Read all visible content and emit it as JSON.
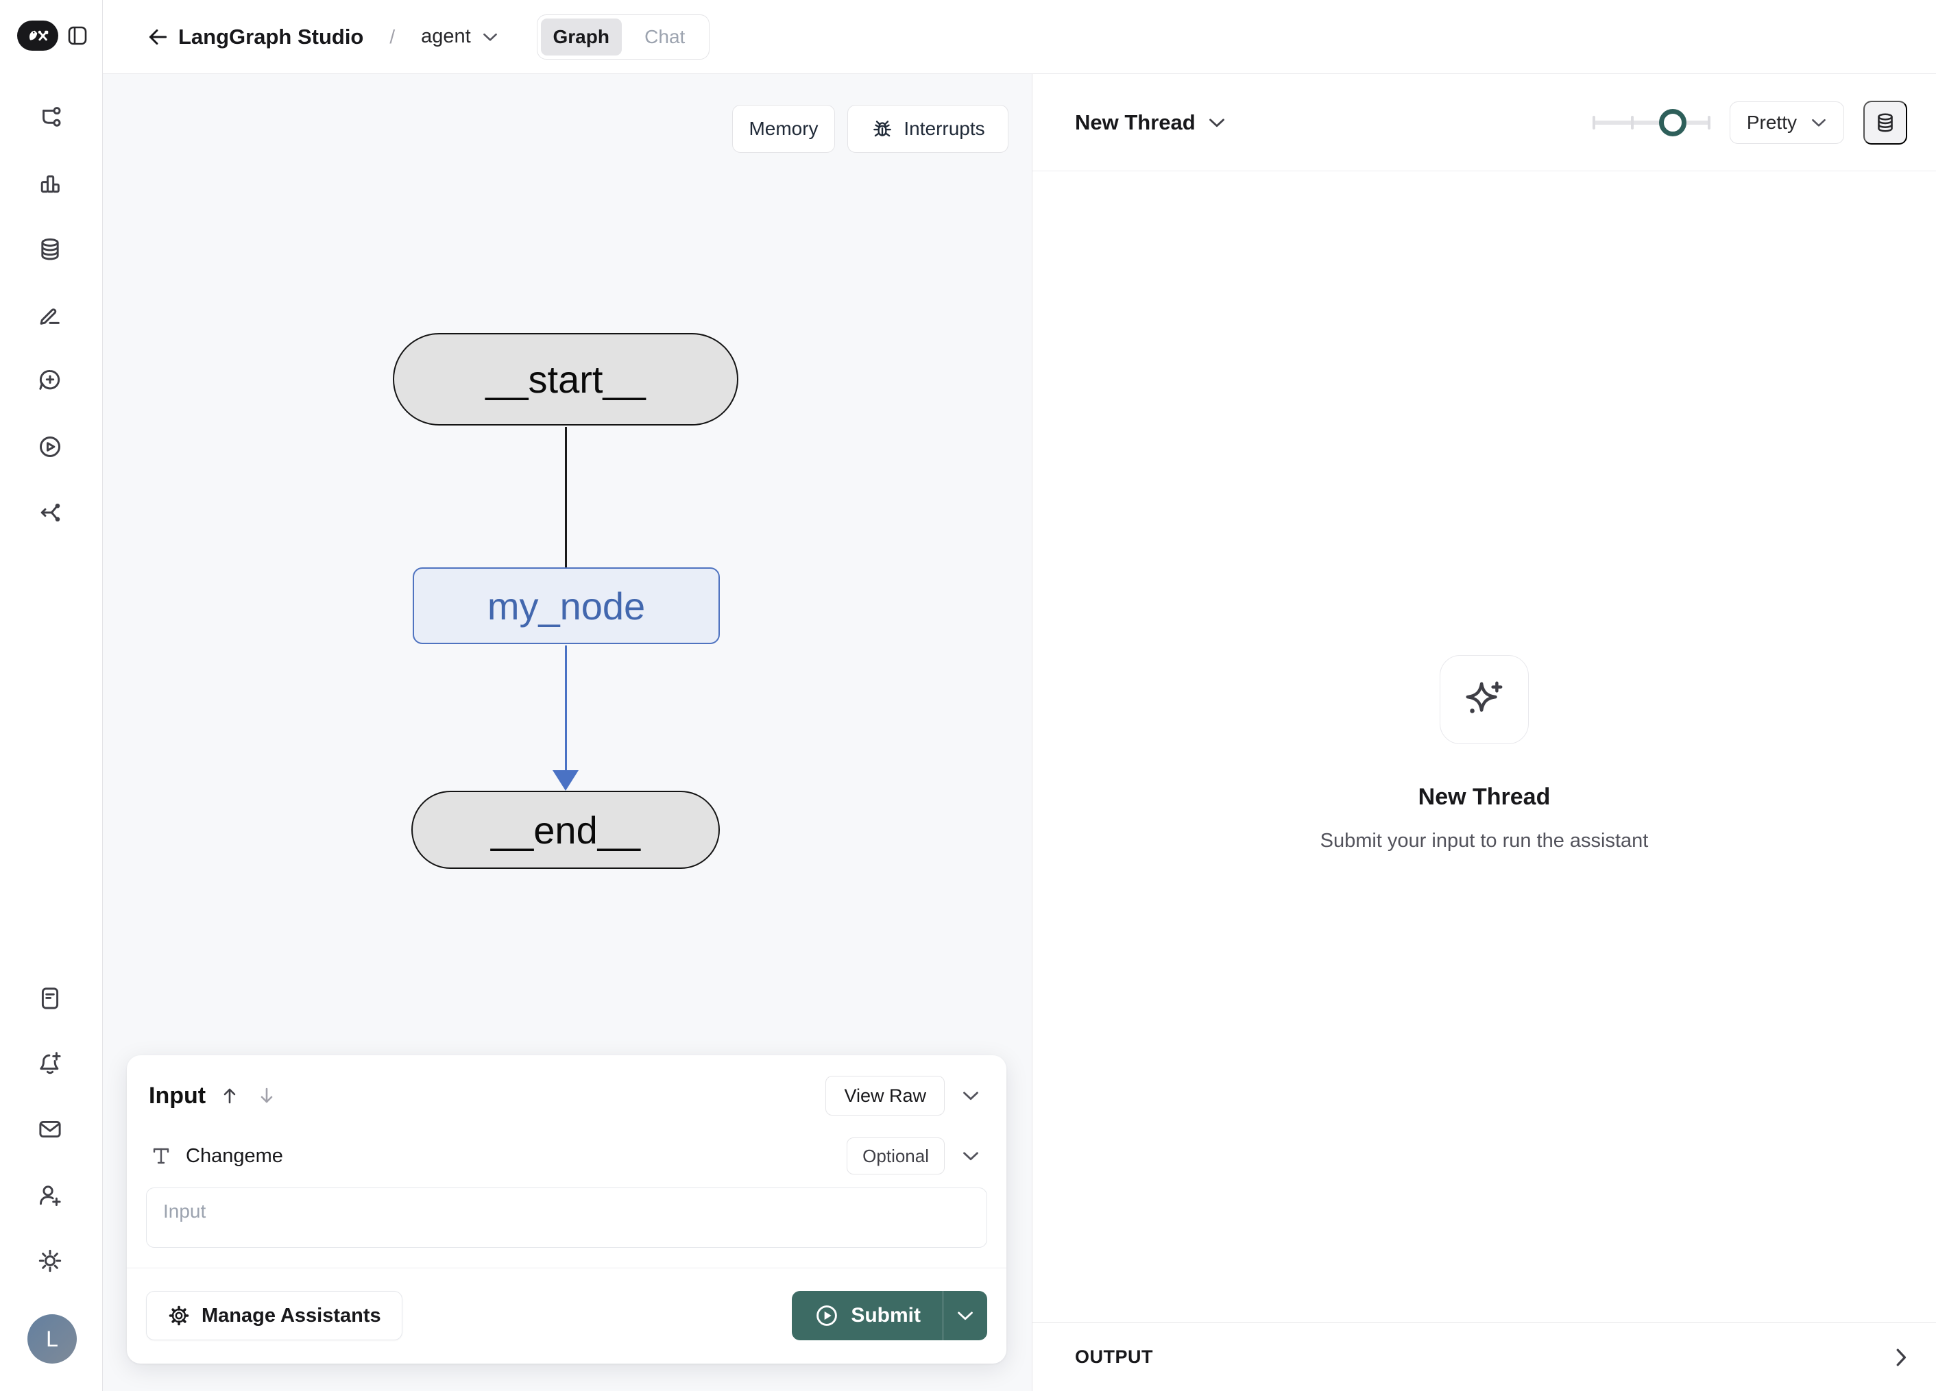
{
  "header": {
    "app_title": "LangGraph Studio",
    "separator": "/",
    "graph_selector": "agent",
    "tabs": [
      {
        "label": "Graph"
      },
      {
        "label": "Chat"
      }
    ]
  },
  "sidebar": {
    "top_icons": [
      "workflow-icon",
      "bar-chart-icon",
      "database-icon",
      "pen-icon",
      "new-chat-icon",
      "play-circle-icon",
      "route-icon"
    ],
    "bottom_icons": [
      "document-icon",
      "bell-plus-icon",
      "mail-icon",
      "user-plus-icon",
      "sun-icon"
    ],
    "avatar_initial": "L"
  },
  "canvas": {
    "memory_button": "Memory",
    "interrupts_button": "Interrupts",
    "nodes": {
      "start": "__start__",
      "middle": "my_node",
      "end": "__end__"
    }
  },
  "input_panel": {
    "title": "Input",
    "view_raw_button": "View Raw",
    "field_label": "Changeme",
    "optional_badge": "Optional",
    "placeholder": "Input",
    "manage_assistants_button": "Manage Assistants",
    "submit_button": "Submit"
  },
  "thread_panel": {
    "thread_selector": "New Thread",
    "render_mode": "Pretty",
    "empty_title": "New Thread",
    "empty_subtitle": "Submit your input to run the assistant",
    "output_label": "OUTPUT"
  },
  "colors": {
    "accent_teal": "#3d6b64",
    "slider_knob_teal": "#2e5f5a",
    "node_blue_border": "#4f73c0",
    "node_blue_fill": "#e9eef8",
    "node_gray_fill": "#e2e2e2",
    "canvas_bg": "#f7f8fa"
  }
}
